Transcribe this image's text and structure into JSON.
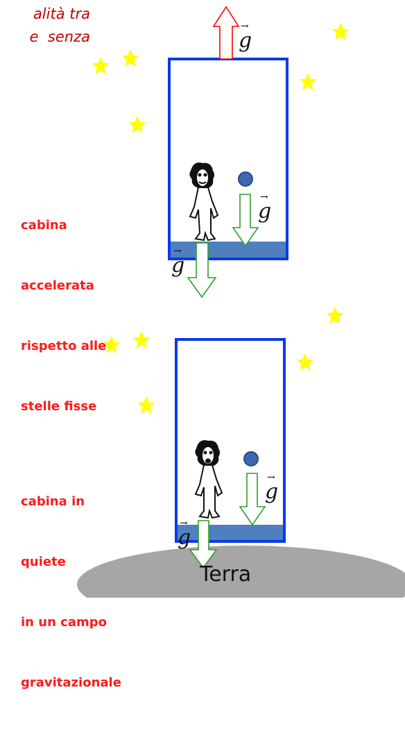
{
  "top_text": "alità tra\ne  senza",
  "upper": {
    "label_lines": [
      "cabina",
      "accelerata",
      "rispetto alle",
      "stelle fisse"
    ]
  },
  "lower": {
    "label_lines": [
      "cabina in",
      "quiete",
      "in un campo",
      "gravitazionale"
    ]
  },
  "ground_label": "Terra",
  "vector_symbol": "g",
  "vector_arrow": "→",
  "colors": {
    "star": "#ffff00",
    "cabin_border": "#0a3ae8",
    "floor": "#4f7fbf",
    "arrow_up": "#ff0000",
    "arrow_down": "#2ca02c",
    "ball": "#3f67b0",
    "ground": "#a6a6a6",
    "label": "#ff1a1a"
  }
}
